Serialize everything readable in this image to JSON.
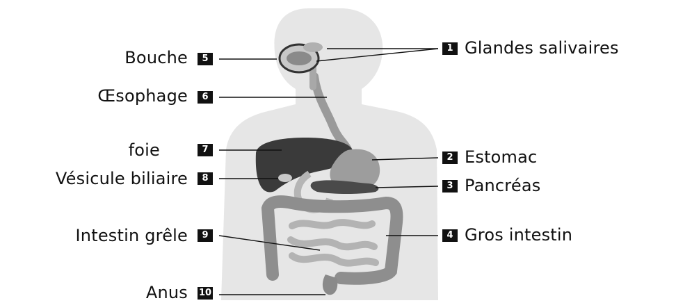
{
  "diagram": {
    "left_labels": [
      {
        "id": "bouche",
        "number": "5",
        "text": "Bouche"
      },
      {
        "id": "oesophage",
        "number": "6",
        "text": "Œsophage"
      },
      {
        "id": "foie",
        "number": "7",
        "text": "foie"
      },
      {
        "id": "vesicule-biliaire",
        "number": "8",
        "text": "Vésicule biliaire"
      },
      {
        "id": "intestin-grele",
        "number": "9",
        "text": "Intestin grêle"
      },
      {
        "id": "anus",
        "number": "10",
        "text": "Anus"
      }
    ],
    "right_labels": [
      {
        "id": "glandes-salivaires",
        "number": "1",
        "text": "Glandes salivaires"
      },
      {
        "id": "estomac",
        "number": "2",
        "text": "Estomac"
      },
      {
        "id": "pancreas",
        "number": "3",
        "text": "Pancréas"
      },
      {
        "id": "gros-intestin",
        "number": "4",
        "text": "Gros intestin"
      }
    ]
  },
  "colors": {
    "silhouette": "#e6e6e6",
    "organ_dark": "#3a3a3a",
    "organ_mid": "#8c8c8c",
    "organ_light": "#b9b9b9",
    "badge": "#111111",
    "line": "#111111"
  }
}
